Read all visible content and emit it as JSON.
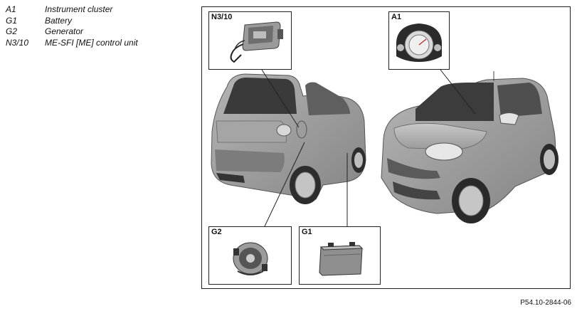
{
  "legend": [
    {
      "code": "A1",
      "description": "Instrument cluster"
    },
    {
      "code": "G1",
      "description": "Battery"
    },
    {
      "code": "G2",
      "description": "Generator"
    },
    {
      "code": "N3/10",
      "description": "ME-SFI [ME] control unit"
    }
  ],
  "callouts": {
    "n3_10": "N3/10",
    "a1": "A1",
    "g2": "G2",
    "g1": "G1"
  },
  "figure_id": "P54.10-2844-06"
}
